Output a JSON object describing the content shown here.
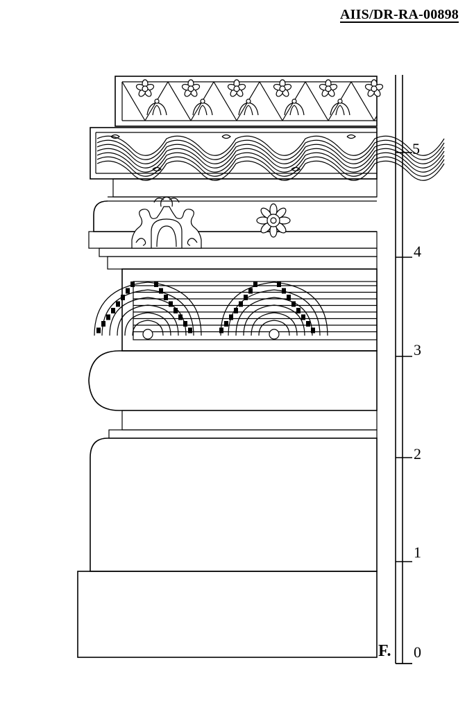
{
  "drawing": {
    "doc_id": "AIIS/DR-RA-00898",
    "figure_label": "F.",
    "scale_labels": [
      "0",
      "1",
      "2",
      "3",
      "4",
      "5"
    ]
  },
  "colors": {
    "line": "#000000",
    "background": "#ffffff"
  }
}
